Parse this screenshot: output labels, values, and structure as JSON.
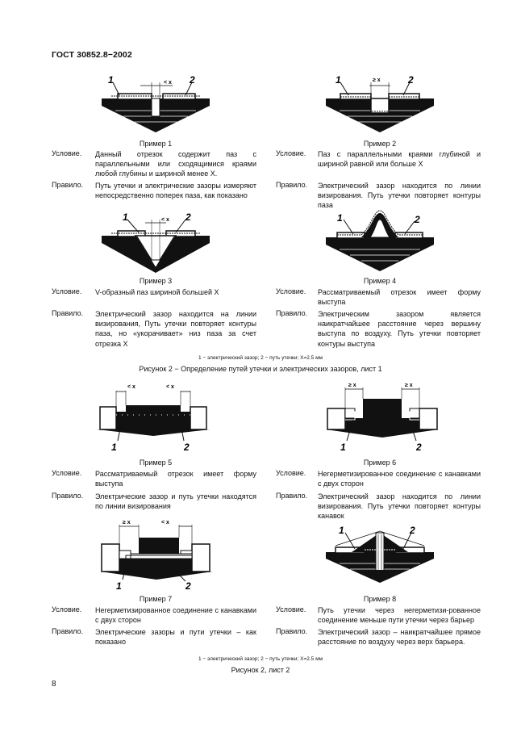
{
  "header": {
    "standard": "ГОСТ 30852.8−2002"
  },
  "labels": {
    "condition": "Условие.",
    "rule": "Правило."
  },
  "figure_marks": {
    "one": "1",
    "two": "2",
    "lt_x": "< x",
    "ge_x": "≥ x"
  },
  "examples": [
    {
      "caption": "Пример 1",
      "condition": "Данный отрезок содержит паз с параллельными или сходящимися краями любой глубины и шириной менее X.",
      "rule": "Путь утечки и электрические зазоры измеряют непосредственно поперек паза, как показано"
    },
    {
      "caption": "Пример 2",
      "condition": "Паз с параллельными краями глубиной и шириной равной или больше X",
      "rule": "Электрический зазор находится по линии визирования. Путь утечки повторяет контуры паза"
    },
    {
      "caption": "Пример 3",
      "condition": "V-образный паз шириной большей X",
      "rule": "Электрический зазор находится на линии визирования, Путь утечки повторяет контуры паза, но «укорачивает» низ паза за счет отрезка X"
    },
    {
      "caption": "Пример 4",
      "condition": "Рассматриваемый отрезок имеет форму выступа",
      "rule": "Электрическим зазором является наикратчайшее расстояние через вершину выступа по воздуху. Путь утечки повторяет контуры выступа"
    },
    {
      "caption": "Пример 5",
      "condition": "Рассматриваемый отрезок имеет форму выступа",
      "rule": "Электрические зазор и путь утечки находятся по линии визирования"
    },
    {
      "caption": "Пример 6",
      "condition": "Негерметизированное соединение с канавками с двух сторон",
      "rule": "Электрический зазор находится по линии визирования. Путь утечки повторяет контуры канавок"
    },
    {
      "caption": "Пример 7",
      "condition": "Негерметизированное соединение с канавками с двух сторон",
      "rule": "Электрические зазоры и пути утечки – как показано"
    },
    {
      "caption": "Пример 8",
      "condition": "Путь утечки через негерметизи-рованное соединение меньше пути утечки через барьер",
      "rule": "Электрический зазор – наикратчайшее прямое расстояние по воздуху через верх барьера."
    }
  ],
  "legend1": "1 − электрический зазор; 2 − путь утечки; X=2.5 мм",
  "figure1": "Рисунок 2 − Определение путей утечки и электрических зазоров, лист 1",
  "legend2": "1 − электрический зазор; 2 − путь утечки; X=2.5 мм",
  "figure2": "Рисунок 2, лист 2",
  "page_number": "8"
}
